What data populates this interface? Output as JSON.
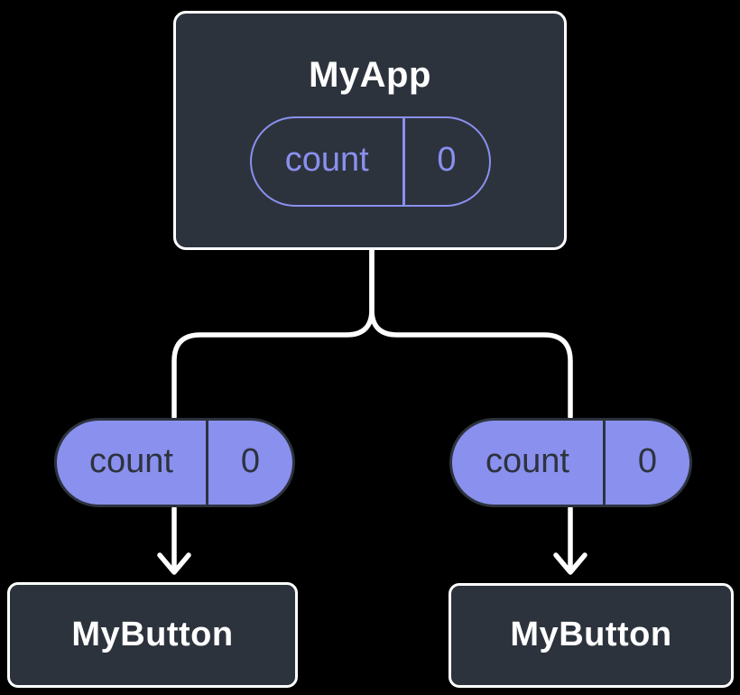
{
  "canvas": {
    "background": "#000000"
  },
  "colors": {
    "node_fill": "#2d333d",
    "node_border": "#ffffff",
    "node_title": "#ffffff",
    "accent_purple": "#8a90ee",
    "pill_dark": "#2d333d",
    "connector": "#ffffff"
  },
  "diagram": {
    "type": "component-tree",
    "root": {
      "title": "MyApp",
      "state": {
        "name": "count",
        "value": "0"
      }
    },
    "children": [
      {
        "title": "MyButton",
        "prop": {
          "name": "count",
          "value": "0"
        }
      },
      {
        "title": "MyButton",
        "prop": {
          "name": "count",
          "value": "0"
        }
      }
    ]
  }
}
